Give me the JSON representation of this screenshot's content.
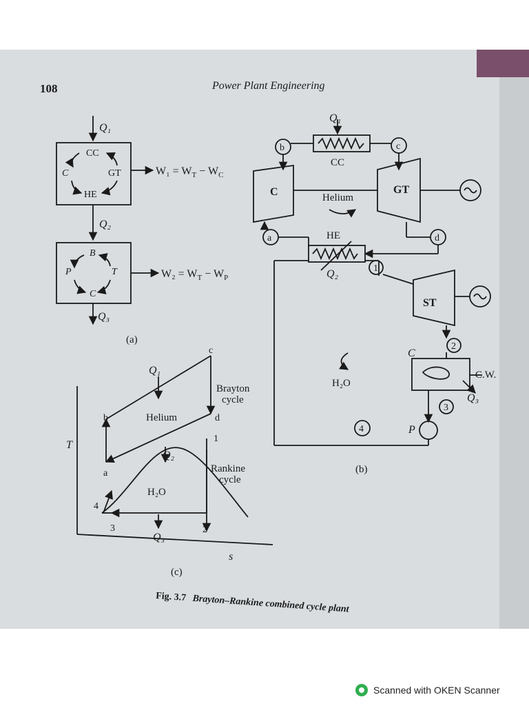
{
  "page": {
    "number": "108",
    "running_head": "Power Plant Engineering"
  },
  "fig_a": {
    "box1": {
      "cc": "CC",
      "c": "C",
      "gt": "GT",
      "he": "HE"
    },
    "q1": "Q₁",
    "q2": "Q₂",
    "q3": "Q₃",
    "w1": "W₁ = W",
    "w1_t": "T",
    "w1_mid": " − W",
    "w1_c": "C",
    "box2": {
      "b": "B",
      "p": "P",
      "t": "T",
      "c": "C"
    },
    "w2": "W₂ = W",
    "w2_t": "T",
    "w2_mid": " − W",
    "w2_p": "P",
    "caption": "(a)"
  },
  "fig_b": {
    "q1": "Q₁",
    "b": "b",
    "c": "c",
    "cc": "CC",
    "comp": "C",
    "gt": "GT",
    "helium": "Helium",
    "a": "a",
    "he": "HE",
    "d": "d",
    "q2": "Q₂",
    "n1": "1",
    "st": "ST",
    "n2": "2",
    "c_cond": "C",
    "cw": "C.W.",
    "q3": "Q₃",
    "n3": "3",
    "p": "P",
    "n4": "4",
    "h2o": "H₂O",
    "caption": "(b)"
  },
  "fig_c": {
    "c": "c",
    "q1": "Q₁",
    "brayton": "Brayton",
    "cycle1": "cycle",
    "b": "b",
    "helium": "Helium",
    "d": "d",
    "t": "T",
    "n1": "1",
    "q2": "Q₂",
    "a": "a",
    "rankine": "Rankine",
    "cycle2": "cycle",
    "h2o": "H₂O",
    "n4": "4",
    "n3": "3",
    "q3": "Q₃",
    "n2": "2",
    "s": "s",
    "caption": "(c)"
  },
  "figure_caption": {
    "label": "Fig. 3.7",
    "title": "Brayton–Rankine combined cycle plant"
  },
  "footer": {
    "text": "Scanned with OKEN Scanner"
  }
}
